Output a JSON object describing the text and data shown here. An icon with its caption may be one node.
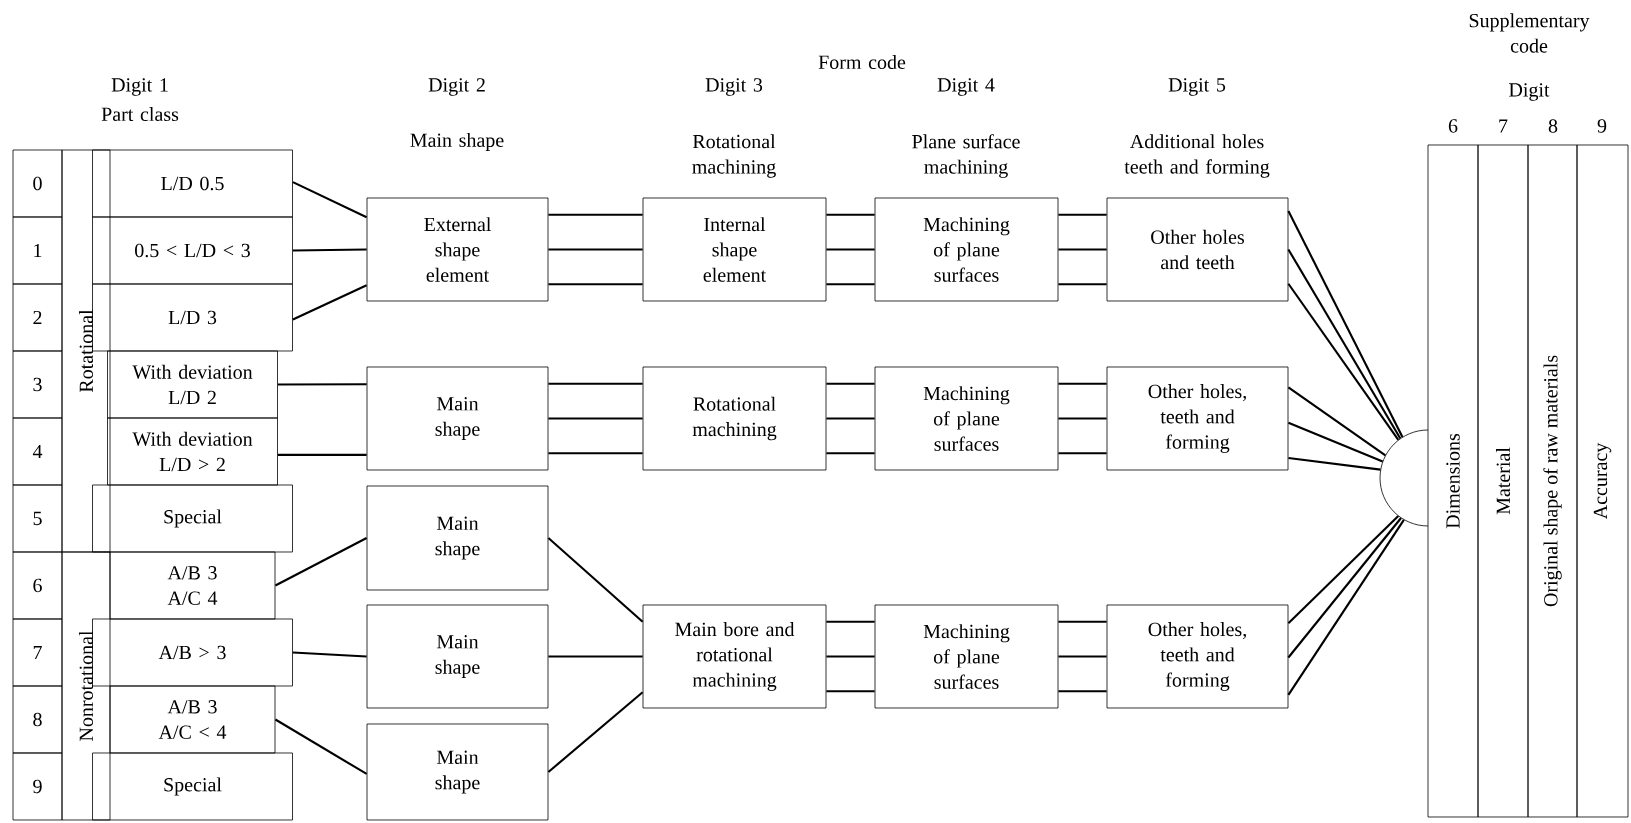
{
  "diagram": {
    "nodes": [
      {
        "text": [
          "0"
        ]
      },
      {
        "text": [
          "1"
        ]
      },
      {
        "text": [
          "2"
        ]
      },
      {
        "text": [
          "3"
        ]
      },
      {
        "text": [
          "4"
        ]
      },
      {
        "text": [
          "5"
        ]
      },
      {
        "text": [
          "6"
        ]
      },
      {
        "text": [
          "7"
        ]
      },
      {
        "text": [
          "8"
        ]
      },
      {
        "text": [
          "9"
        ]
      },
      {
        "text": [
          "Rotational"
        ]
      },
      {
        "text": [
          "Nonrotational"
        ]
      },
      {
        "text": [
          "L/D 0.5"
        ]
      },
      {
        "text": [
          "0.5 < L/D < 3"
        ]
      },
      {
        "text": [
          "L/D 3"
        ]
      },
      {
        "text": [
          "With deviation L/D 2"
        ]
      },
      {
        "text": [
          "With deviation L/D > 2"
        ]
      },
      {
        "text": [
          "Special"
        ]
      },
      {
        "text": [
          "A/B 3 A/C 4"
        ]
      },
      {
        "text": [
          "A/B > 3"
        ]
      },
      {
        "text": [
          "A/B 3 A/C < 4"
        ]
      },
      {
        "text": [
          "Special"
        ]
      },
      {
        "text": [
          "External shape element"
        ]
      },
      {
        "text": [
          "Main shape"
        ]
      },
      {
        "text": [
          "Main shape"
        ]
      },
      {
        "text": [
          "Main shape"
        ]
      },
      {
        "text": [
          "Main shape"
        ]
      },
      {
        "text": [
          "Internal shape element"
        ]
      },
      {
        "text": [
          "Rotational machining"
        ]
      },
      {
        "text": [
          "Main bore and rotational machining"
        ]
      },
      {
        "text": [
          "Machining of plane surfaces"
        ]
      },
      {
        "text": [
          "Machining of plane surfaces"
        ]
      },
      {
        "text": [
          "Machining of plane surfaces"
        ]
      },
      {
        "text": [
          "Other holes and teeth"
        ]
      },
      {
        "text": [
          "Other holes, teeth and forming"
        ]
      },
      {
        "text": [
          "Other holes, teeth and forming"
        ]
      },
      {
        "text": [],
        "shape": "circle"
      },
      {
        "text": [
          "Dimensions"
        ]
      },
      {
        "text": [
          "Material"
        ]
      },
      {
        "text": [
          "Original shape of raw materials"
        ]
      },
      {
        "text": [
          "Accuracy"
        ]
      }
    ],
    "edges": [
      {
        "from": 12,
        "to": 22,
        "arrow": "none"
      },
      {
        "from": 13,
        "to": 22,
        "arrow": "none"
      },
      {
        "from": 14,
        "to": 22,
        "arrow": "none"
      },
      {
        "from": 15,
        "to": 23,
        "arrow": "none"
      },
      {
        "from": 16,
        "to": 23,
        "arrow": "none"
      },
      {
        "from": 18,
        "to": 24,
        "arrow": "none"
      },
      {
        "from": 19,
        "to": 25,
        "arrow": "none"
      },
      {
        "from": 20,
        "to": 26,
        "arrow": "none"
      },
      {
        "from": 22,
        "to": 27,
        "arrow": "none"
      },
      {
        "from": 22,
        "to": 27,
        "arrow": "none"
      },
      {
        "from": 22,
        "to": 27,
        "arrow": "none"
      },
      {
        "from": 23,
        "to": 28,
        "arrow": "none"
      },
      {
        "from": 23,
        "to": 28,
        "arrow": "none"
      },
      {
        "from": 23,
        "to": 28,
        "arrow": "none"
      },
      {
        "from": 24,
        "to": 29,
        "arrow": "none"
      },
      {
        "from": 25,
        "to": 29,
        "arrow": "none"
      },
      {
        "from": 26,
        "to": 29,
        "arrow": "none"
      },
      {
        "from": 27,
        "to": 30,
        "arrow": "none"
      },
      {
        "from": 27,
        "to": 30,
        "arrow": "none"
      },
      {
        "from": 27,
        "to": 30,
        "arrow": "none"
      },
      {
        "from": 28,
        "to": 31,
        "arrow": "none"
      },
      {
        "from": 28,
        "to": 31,
        "arrow": "none"
      },
      {
        "from": 28,
        "to": 31,
        "arrow": "none"
      },
      {
        "from": 29,
        "to": 32,
        "arrow": "none"
      },
      {
        "from": 29,
        "to": 32,
        "arrow": "none"
      },
      {
        "from": 29,
        "to": 32,
        "arrow": "none"
      },
      {
        "from": 30,
        "to": 33,
        "arrow": "none"
      },
      {
        "from": 30,
        "to": 33,
        "arrow": "none"
      },
      {
        "from": 30,
        "to": 33,
        "arrow": "none"
      },
      {
        "from": 31,
        "to": 34,
        "arrow": "none"
      },
      {
        "from": 31,
        "to": 34,
        "arrow": "none"
      },
      {
        "from": 31,
        "to": 34,
        "arrow": "none"
      },
      {
        "from": 32,
        "to": 35,
        "arrow": "none"
      },
      {
        "from": 32,
        "to": 35,
        "arrow": "none"
      },
      {
        "from": 32,
        "to": 35,
        "arrow": "none"
      },
      {
        "from": 33,
        "to": 36,
        "arrow": "none"
      },
      {
        "from": 33,
        "to": 36,
        "arrow": "none"
      },
      {
        "from": 33,
        "to": 36,
        "arrow": "none"
      },
      {
        "from": 34,
        "to": 36,
        "arrow": "none"
      },
      {
        "from": 34,
        "to": 36,
        "arrow": "none"
      },
      {
        "from": 34,
        "to": 36,
        "arrow": "none"
      },
      {
        "from": 35,
        "to": 36,
        "arrow": "none"
      },
      {
        "from": 35,
        "to": 36,
        "arrow": "none"
      },
      {
        "from": 35,
        "to": 36,
        "arrow": "none"
      }
    ],
    "labels": [
      "Form code",
      "Supplementary code",
      "Digit 1",
      "Digit 2",
      "Digit 3",
      "Digit 4",
      "Digit 5",
      "Digit",
      "Part class",
      "Main shape",
      "Rotational machining",
      "Plane surface machining",
      "Additional holes teeth and forming",
      "6",
      "7",
      "8",
      "9"
    ]
  }
}
